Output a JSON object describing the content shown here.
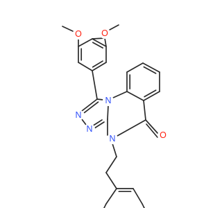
{
  "molecule": {
    "atom_colors": {
      "C": "#2b2b2b",
      "N": "#3050f8",
      "O": "#ff2010"
    },
    "labels": {
      "o_methoxy_para": "O",
      "o_methoxy_meta": "O",
      "n_triazole_bottom_left": "N",
      "n_triazole_bottom_right": "N",
      "n_fused_top": "N",
      "n_lactam": "N",
      "o_carbonyl": "O"
    }
  }
}
